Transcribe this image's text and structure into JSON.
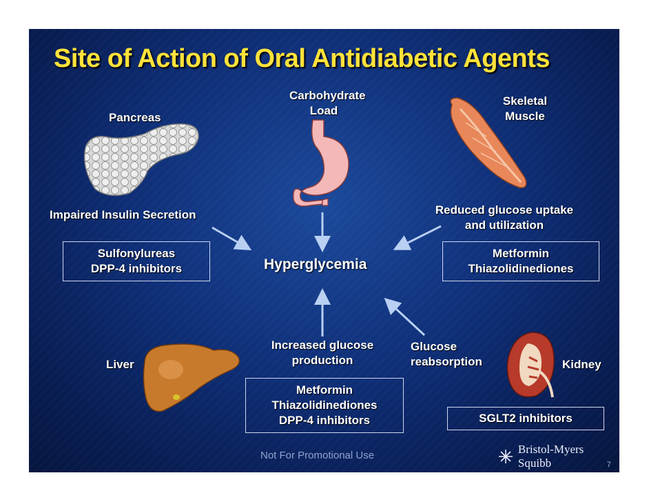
{
  "title": "Site of Action of Oral Antidiabetic Agents",
  "center": "Hyperglycemia",
  "pancreas": {
    "organ": "Pancreas",
    "defect": "Impaired Insulin Secretion",
    "drugs": [
      "Sulfonylureas",
      "DPP-4 inhibitors"
    ]
  },
  "stomach": {
    "organ": [
      "Carbohydrate",
      "Load"
    ]
  },
  "muscle": {
    "organ": [
      "Skeletal",
      "Muscle"
    ],
    "defect": [
      "Reduced glucose uptake",
      "and utilization"
    ],
    "drugs": [
      "Metformin",
      "Thiazolidinediones"
    ]
  },
  "liver": {
    "organ": "Liver",
    "defect": [
      "Increased glucose",
      "production"
    ],
    "drugs": [
      "Metformin",
      "Thiazolidinediones",
      "DPP-4 inhibitors"
    ]
  },
  "kidney": {
    "organ": "Kidney",
    "defect": [
      "Glucose",
      "reabsorption"
    ],
    "drugs": [
      "SGLT2 inhibitors"
    ]
  },
  "footer": "Not For Promotional Use",
  "logo": "Bristol-Myers Squibb",
  "page_number": "7",
  "colors": {
    "title": "#ffe23a",
    "background": "#0f2f78",
    "arrow": "#b9d0f2"
  }
}
